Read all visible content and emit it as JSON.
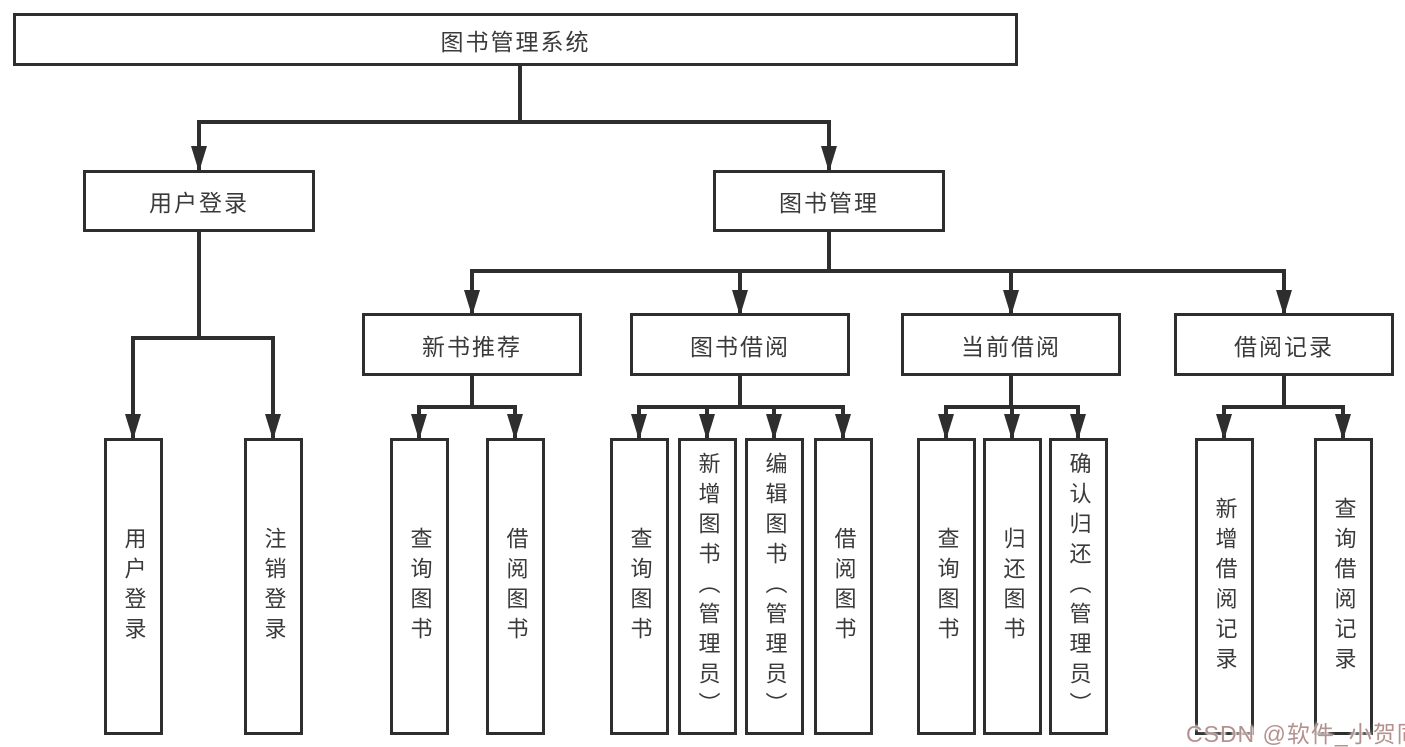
{
  "diagram_title": "图书管理系统",
  "accent_colors": {
    "line": "#2e2e2e",
    "text": "#3a3a3a",
    "watermark": "#b5918e"
  },
  "tree": {
    "root": "图书管理系统",
    "user_login": {
      "label": "用户登录",
      "children": [
        "用户登录",
        "注销登录"
      ]
    },
    "book_mgmt": {
      "label": "图书管理",
      "sections": [
        {
          "label": "新书推荐",
          "children": [
            "查询图书",
            "借阅图书"
          ]
        },
        {
          "label": "图书借阅",
          "children": [
            "查询图书",
            "新增图书（管理员）",
            "编辑图书（管理员）",
            "借阅图书"
          ]
        },
        {
          "label": "当前借阅",
          "children": [
            "查询图书",
            "归还图书",
            "确认归还（管理员）"
          ]
        },
        {
          "label": "借阅记录",
          "children": [
            "新增借阅记录",
            "查询借阅记录"
          ]
        }
      ]
    }
  },
  "watermark": "CSDN @软件_小贺同学"
}
